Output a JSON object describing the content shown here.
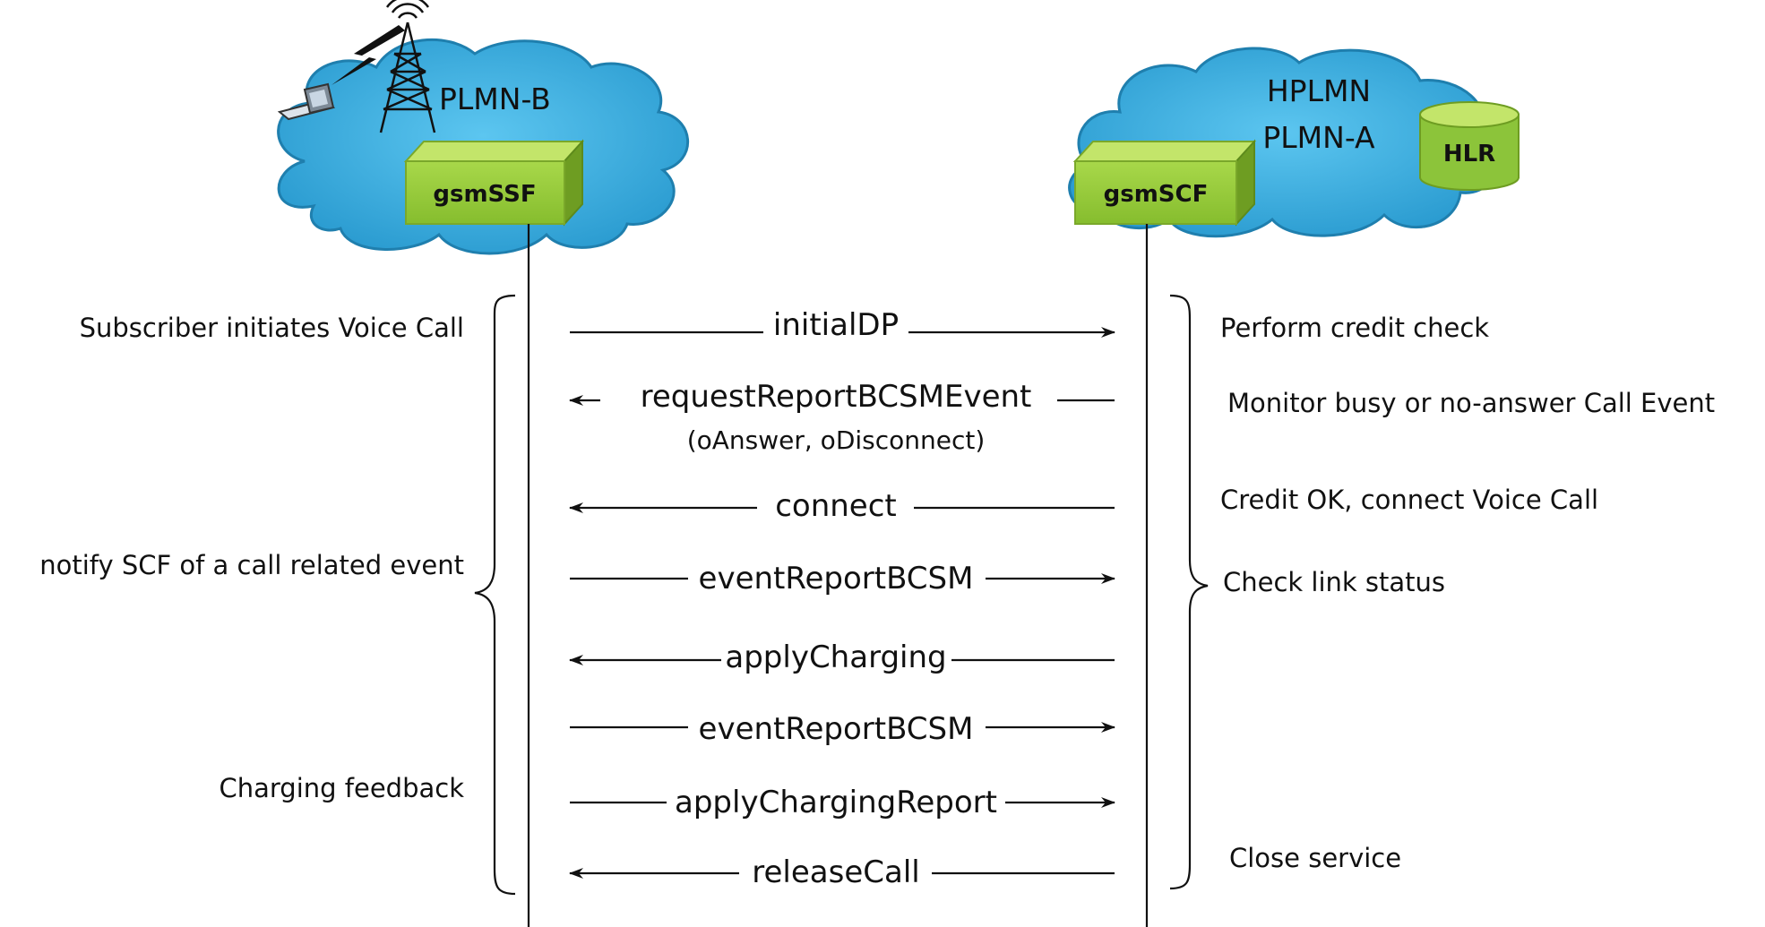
{
  "clouds": {
    "left": {
      "label": "PLMN-B",
      "color": "#3db2e3"
    },
    "right": {
      "label_line1": "HPLMN",
      "label_line2": "PLMN-A",
      "color": "#3db2e3"
    }
  },
  "nodes": {
    "ssf": {
      "label": "gsmSSF",
      "color": "#9bd03e"
    },
    "scf": {
      "label": "gsmSCF",
      "color": "#9bd03e"
    },
    "hlr": {
      "label": "HLR",
      "color": "#9bd03e"
    }
  },
  "messages": [
    {
      "label": "initialDP",
      "direction": "right"
    },
    {
      "label": "requestReportBCSMEvent",
      "sublabel": "(oAnswer, oDisconnect)",
      "direction": "left"
    },
    {
      "label": "connect",
      "direction": "left"
    },
    {
      "label": "eventReportBCSM",
      "direction": "right"
    },
    {
      "label": "applyCharging",
      "direction": "left"
    },
    {
      "label": "eventReportBCSM",
      "direction": "right"
    },
    {
      "label": "applyChargingReport",
      "direction": "right"
    },
    {
      "label": "releaseCall",
      "direction": "left"
    }
  ],
  "left_notes": [
    "Subscriber initiates Voice Call",
    "notify SCF of a call related event",
    "Charging feedback"
  ],
  "right_notes": [
    "Perform credit check",
    "Monitor busy or no-answer Call Event",
    "Credit OK, connect Voice Call",
    "Check link status",
    "Close service"
  ]
}
